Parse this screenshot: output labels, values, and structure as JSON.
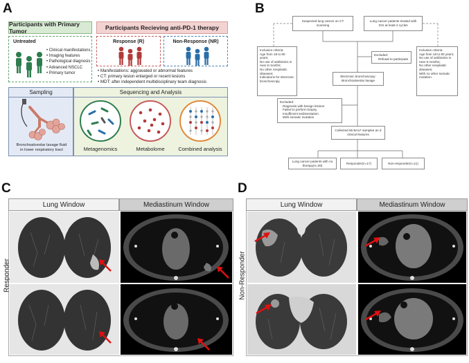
{
  "panels": {
    "a": "A",
    "b": "B",
    "c": "C",
    "d": "D"
  },
  "panel_a": {
    "header_primary": "Participants with Primary Tumor",
    "header_treatment": "Participants Recieving anti-PD-1 therapy",
    "untreated_title": "Untreated",
    "untreated_features": [
      "Clinical manifestations",
      "Imaging features",
      "Pathological diagnosis",
      "Advanced NSCLC",
      "Primary tumor"
    ],
    "response_title": "Response (R)",
    "nonresponse_title": "Non-Response (NR)",
    "criteria_notes": [
      "Manifestations: aggravated or abnormal features",
      "CT: primary lesion enlarged or recent lesions",
      "MDT: after independent multidisciplinary team diagnosis"
    ],
    "sampling_title": "Sampling",
    "sampling_label_line1": "Bronchoalveolar lavage fluid",
    "sampling_label_line2": "in lower respiratory tract",
    "sequencing_title": "Sequencing and Analysis",
    "methods": [
      "Metagenomics",
      "Metabolome",
      "Combined analysis"
    ],
    "colors": {
      "green": "#2e7d4f",
      "red": "#b33a3a",
      "blue": "#2a6fa8"
    }
  },
  "panel_b": {
    "suspected": "Suspected lung cancer on CT scanning",
    "treated": "Lung cancer patients treated with ICIs at least 2 cycles",
    "inclusion_left_title": "Inclusion criteria:",
    "inclusion_left": [
      "Age from 18 to 80 years;",
      "No use of antibiotics in near 6 months;",
      "No other neoplastic diseases;",
      "Indications for electronic bronchoscopy."
    ],
    "inclusion_right_title": "Inclusion criteria:",
    "inclusion_right": [
      "Age from 18 to 80 years;",
      "No use of antibiotics in near 6 months;",
      "No other neoplastic diseases;",
      "With no other somatic mutation."
    ],
    "excluded1_title": "Excluded:",
    "excluded1": [
      "Refusal to participate"
    ],
    "bronchoscopy": "Electronic bronchoscopy: Bronchoalveolar lavage",
    "excluded2_title": "Excluded:",
    "excluded2": [
      "Diagnosis with benign lesions",
      "Failed to perform biopsy",
      "Insufficient sedimentation",
      "With somatic mutation"
    ],
    "collected": "Collected 56 BALF samples an d clinical features",
    "group_untreated": "Lung cancer patients with no therapy(n=28)",
    "group_responder": "Responder(n=17)",
    "group_nonresponder": "Non-responder(n=11)"
  },
  "panel_c": {
    "lung_window": "Lung Window",
    "mediastinum_window": "Mediastinum Window",
    "row_label": "Responder"
  },
  "panel_d": {
    "lung_window": "Lung Window",
    "mediastinum_window": "Mediastinum Window",
    "row_label": "Non-Responder"
  }
}
